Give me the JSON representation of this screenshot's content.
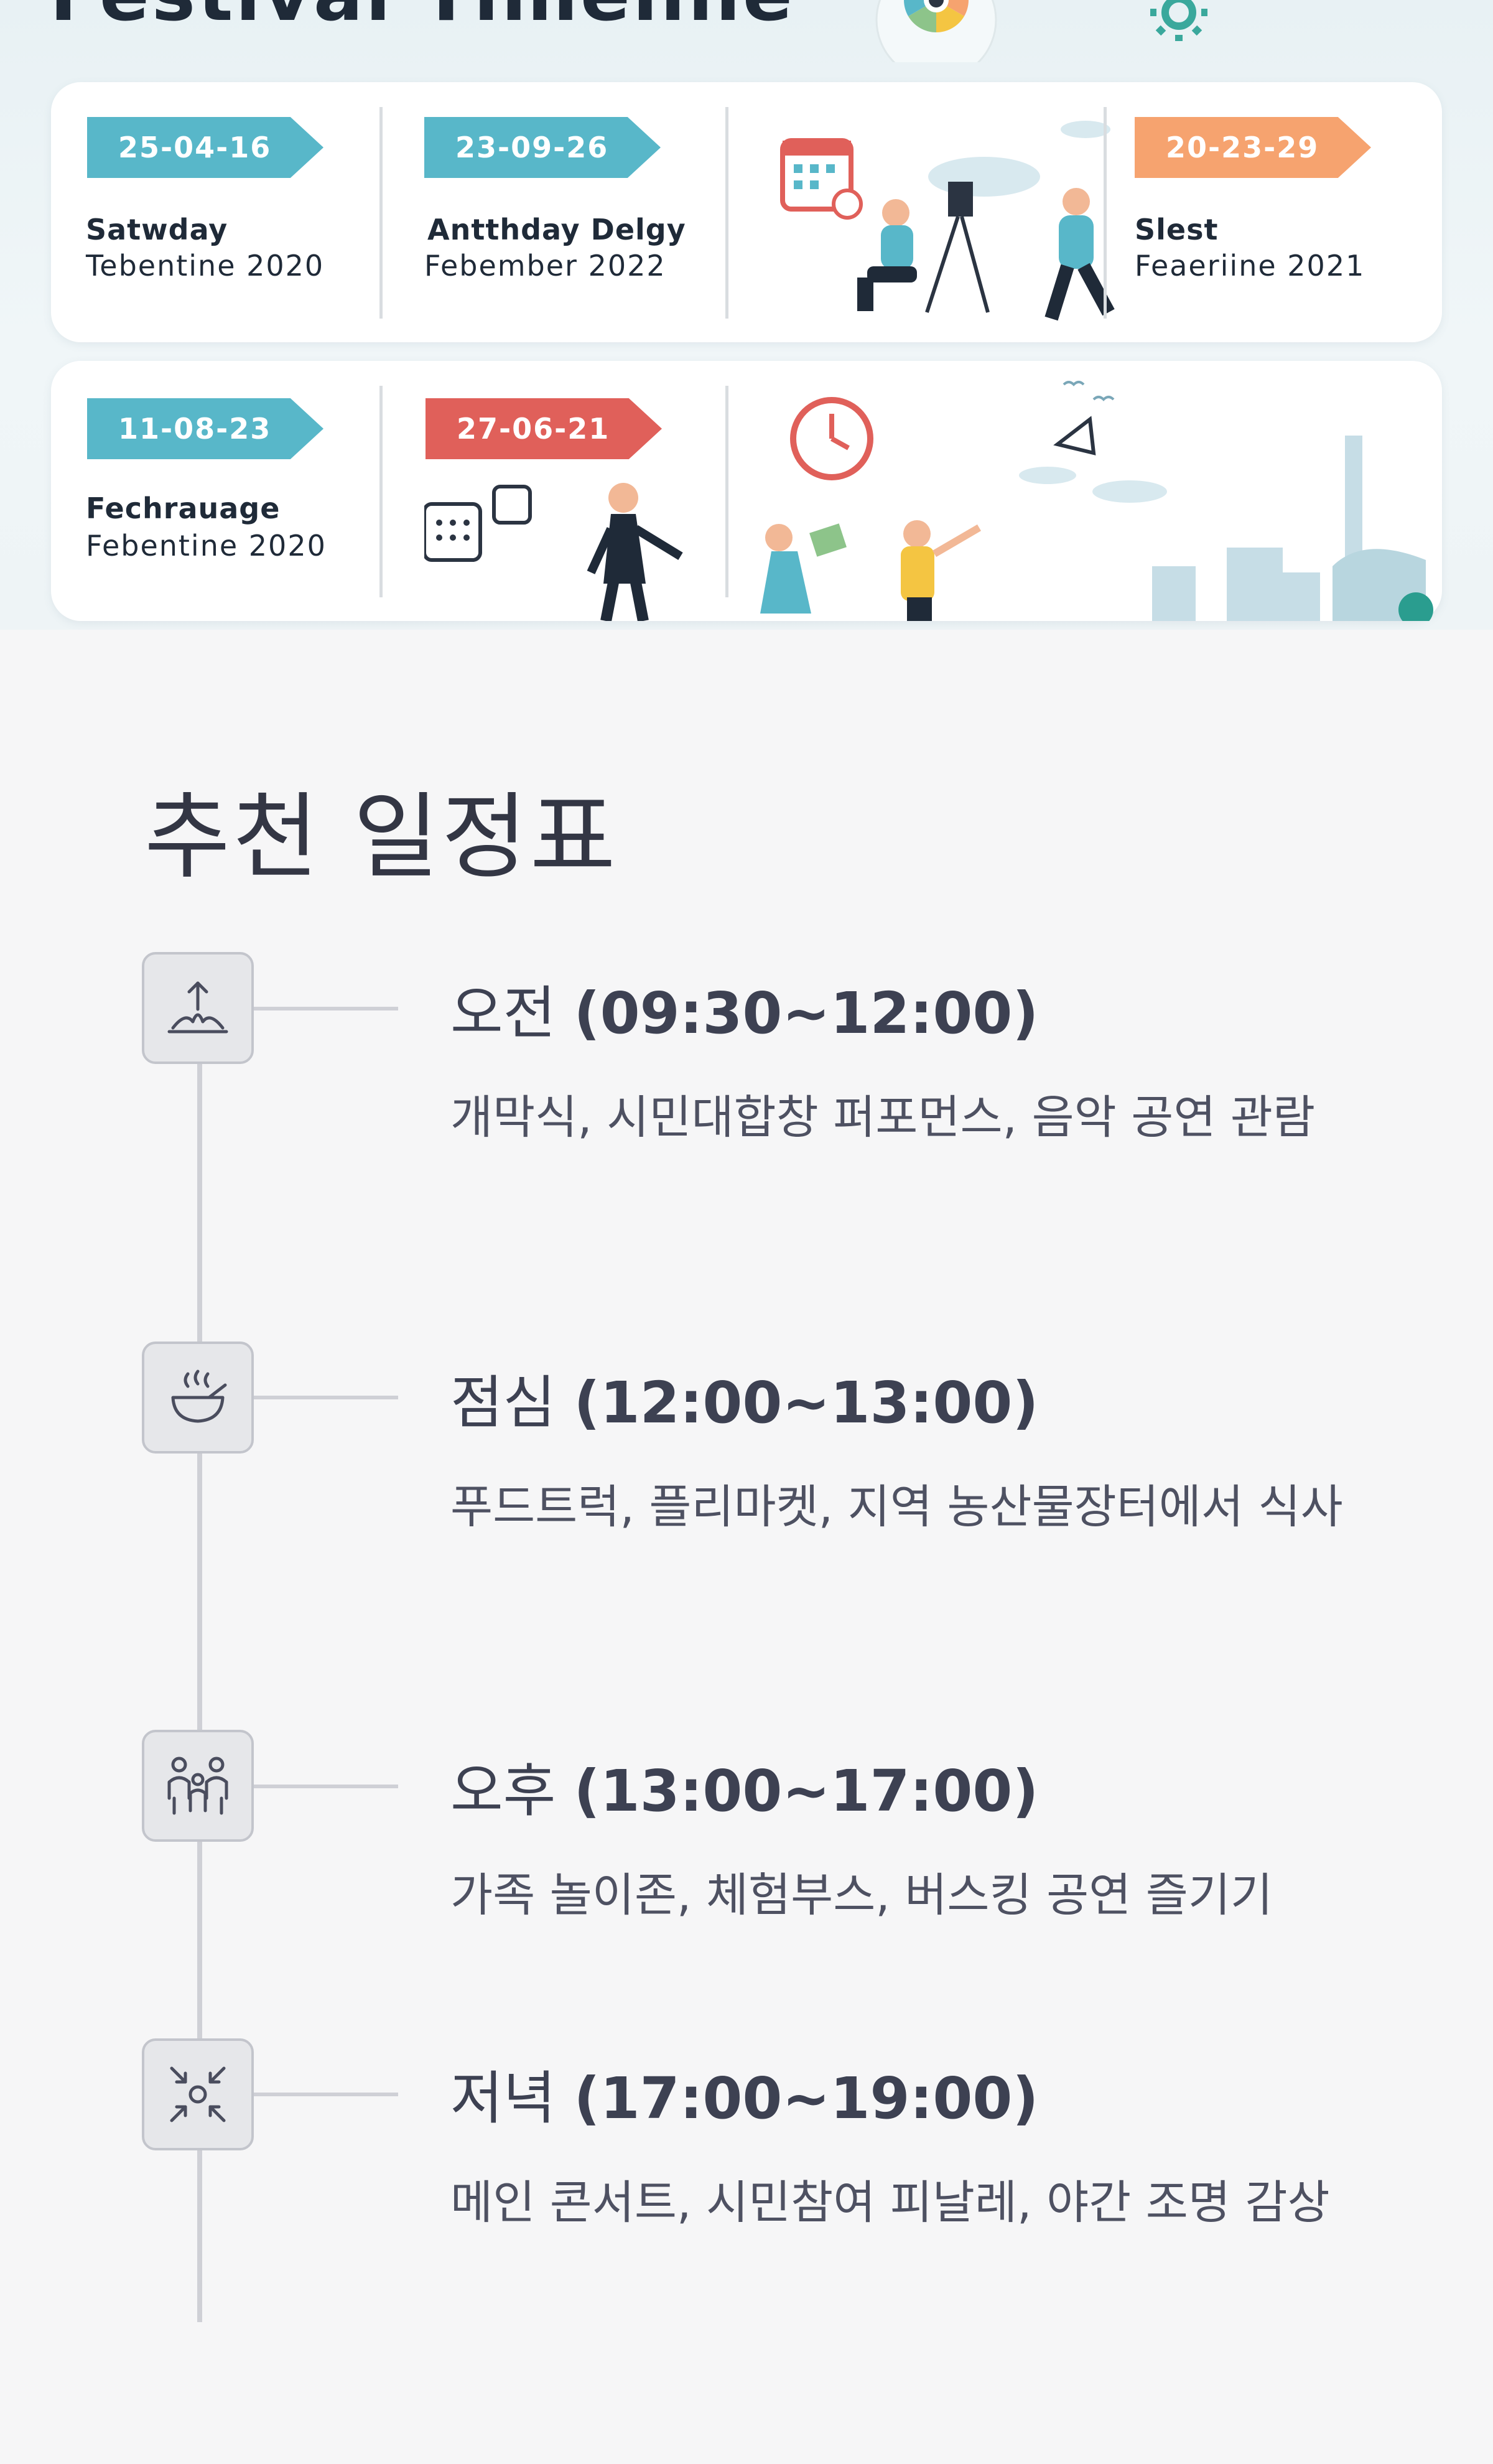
{
  "hero": {
    "title": "Festival Timeline",
    "row1": [
      {
        "date": "25-04-16",
        "title": "Satwday",
        "subtitle": "Tebentine 2020",
        "color": "#58b7c9"
      },
      {
        "date": "23-09-26",
        "title": "Antthday Delgy",
        "subtitle": "Febember 2022",
        "color": "#58b7c9"
      },
      {
        "date": "20-23-29",
        "title": "Slest",
        "subtitle": "Feaeriine 2021",
        "color": "#f6a36f"
      }
    ],
    "row2": [
      {
        "date": "11-08-23",
        "title": "Fechrauage",
        "subtitle": "Febentine 2020",
        "color": "#58b7c9"
      },
      {
        "date": "27-06-21",
        "color": "#e0605a"
      }
    ]
  },
  "schedule": {
    "title": "추천 일정표",
    "items": [
      {
        "period": "오전",
        "time": "(09:30~12:00)",
        "description": "개막식, 시민대합창 퍼포먼스, 음악 공연 관람",
        "icon": "sunrise-icon"
      },
      {
        "period": "점심",
        "time": "(12:00~13:00)",
        "description": "푸드트럭, 플리마켓, 지역 농산물장터에서 식사",
        "icon": "soup-bowl-icon"
      },
      {
        "period": "오후",
        "time": "(13:00~17:00)",
        "description": "가족 놀이존, 체험부스, 버스킹 공연 즐기기",
        "icon": "family-icon"
      },
      {
        "period": "저녁",
        "time": "(17:00~19:00)",
        "description": "메인 콘서트, 시민참여 피날레, 야간 조명 감상",
        "icon": "spotlight-icon"
      }
    ]
  }
}
